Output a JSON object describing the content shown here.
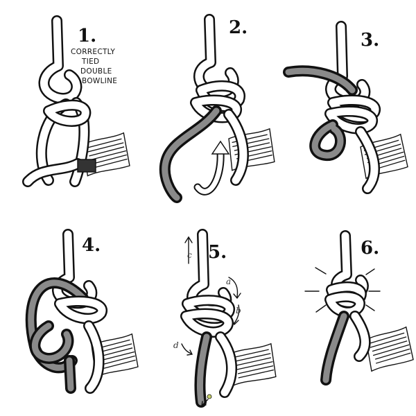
{
  "panels": [
    {
      "number": "1.",
      "caption": [
        "CORRECTLY",
        "TIED",
        "DOUBLE",
        "BOWLINE"
      ]
    },
    {
      "number": "2."
    },
    {
      "number": "3."
    },
    {
      "number": "4."
    },
    {
      "number": "5.",
      "labels": {
        "a": "a",
        "b": "b",
        "c": "c",
        "d": "d"
      }
    },
    {
      "number": "6."
    }
  ]
}
